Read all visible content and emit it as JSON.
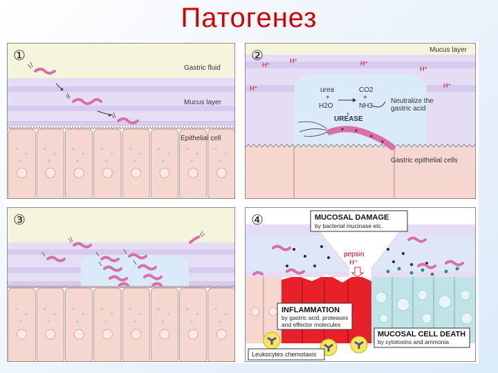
{
  "page": {
    "title": "Патогенез"
  },
  "panels": {
    "p1": {
      "number": "①",
      "gastric_fluid": "Gastric fluid",
      "mucus_layer": "Mucus layer",
      "epithelial_cell": "Epithelial cell"
    },
    "p2": {
      "number": "②",
      "mucus_layer": "Mucus layer",
      "h_plus": "H⁺",
      "urea": "urea",
      "plus": "+",
      "h2o": "H2O",
      "co2": "CO2",
      "nh3": "NH3",
      "neutralize_1": "Neutralize the",
      "neutralize_2": "gastric acid",
      "urease": "UREASE",
      "gastric_epithelial": "Gastric epithelial cells"
    },
    "p3": {
      "number": "③"
    },
    "p4": {
      "number": "④",
      "mucosal_damage": "MUCOSAL DAMAGE",
      "mucosal_damage_sub": "by bacterial mucinase etc.",
      "pepsin": "pepsin",
      "h_plus": "H⁺",
      "inflammation": "INFLAMMATION",
      "inflammation_sub_1": "by gastric acid, proteases",
      "inflammation_sub_2": "and effector molecules",
      "cell_death": "MUCOSAL CELL DEATH",
      "cell_death_sub": "by cytotoxins and ammonia",
      "chemotaxis": "Leukocytes chemotaxis"
    }
  },
  "colors": {
    "title": "#d40000",
    "gastric_fluid": "#f4f5dc",
    "mucus": "#e4ddf3",
    "cell_fill": "#f6d7d0",
    "cell_stroke": "#b08a84",
    "bacterium": "#d86fa8",
    "inflamed": "#e8202a",
    "dead_cell": "#bfe3e6",
    "neutral_zone": "#dbeaf8"
  }
}
